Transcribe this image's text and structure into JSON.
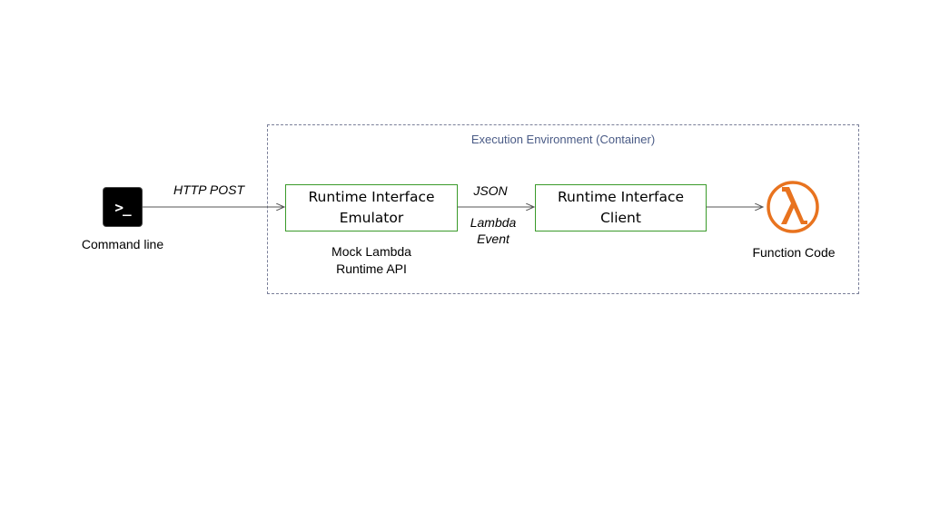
{
  "container": {
    "label": "Execution Environment (Container)"
  },
  "command_line": {
    "icon": "terminal-icon",
    "glyph": ">_",
    "label": "Command line"
  },
  "edges": {
    "http_post": "HTTP POST",
    "json": "JSON",
    "lambda_event": "Lambda\nEvent"
  },
  "nodes": {
    "emulator": {
      "title": "Runtime Interface\nEmulator",
      "caption": "Mock Lambda\nRuntime API"
    },
    "client": {
      "title": "Runtime Interface\nClient"
    },
    "function": {
      "icon": "lambda-icon",
      "label": "Function Code"
    }
  },
  "colors": {
    "box_border": "#3a9a2a",
    "container_border": "#7a7f99",
    "container_label": "#4a5b86",
    "lambda_orange": "#e8731f",
    "arrow": "#555555"
  }
}
